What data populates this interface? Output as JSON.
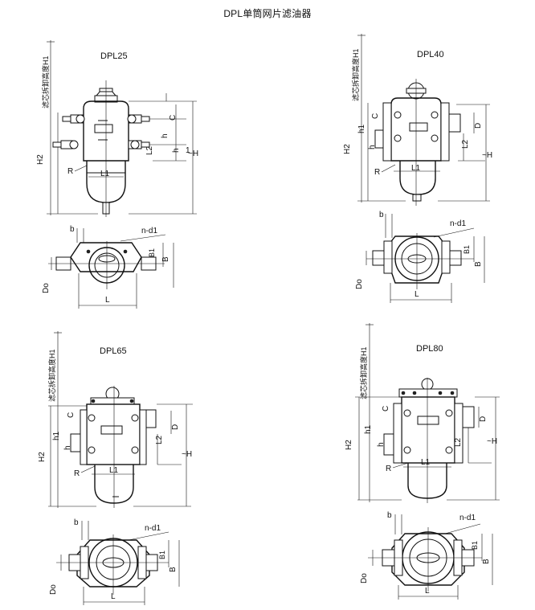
{
  "title": "DPL单筒网片滤油器",
  "vertical_note": "滤芯拆卸高度H1",
  "models": [
    {
      "name": "DPL25"
    },
    {
      "name": "DPL40"
    },
    {
      "name": "DPL65"
    },
    {
      "name": "DPL80"
    }
  ],
  "dims": {
    "H": "H",
    "H2": "H2",
    "h": "h",
    "h1": "h1",
    "C": "C",
    "D": "D",
    "L": "L",
    "L1": "L1",
    "L2": "L2",
    "R": "R",
    "b": "b",
    "B": "B",
    "B1": "B1",
    "nd1": "n-d1",
    "Do": "Do",
    "tilde": "~"
  }
}
